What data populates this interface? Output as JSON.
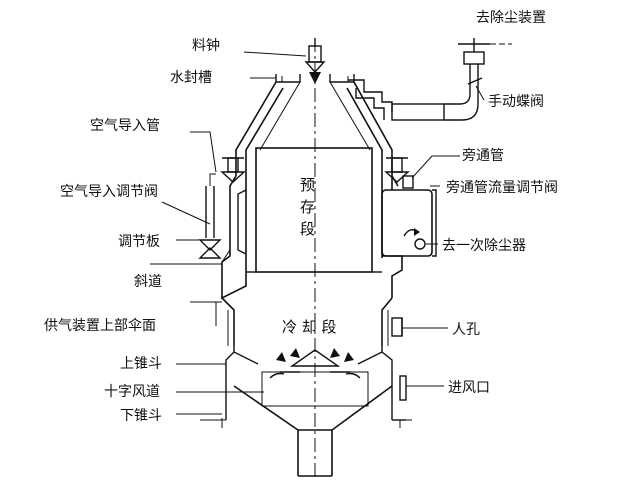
{
  "labels": {
    "dust_removal_device": "去除尘装置",
    "material_bell": "料钟",
    "water_seal_trough": "水封槽",
    "air_inlet_pipe": "空气导入管",
    "manual_butterfly_valve": "手动蝶阀",
    "bypass_pipe": "旁通管",
    "air_inlet_regulating_valve": "空气导入调节阀",
    "bypass_flow_regulating_valve": "旁通管流量调节阀",
    "regulating_plate": "调节板",
    "primary_dust_collector": "去一次除尘器",
    "chute": "斜道",
    "supply_upper_umbrella": "供气装置上部伞面",
    "manhole": "人孔",
    "upper_cone": "上锥斗",
    "cross_air_duct": "十字风道",
    "air_inlet": "进风口",
    "lower_cone": "下锥斗"
  },
  "zones": {
    "prestorage_1": "预",
    "prestorage_2": "存",
    "prestorage_3": "段",
    "cooling": "冷 却 段"
  }
}
